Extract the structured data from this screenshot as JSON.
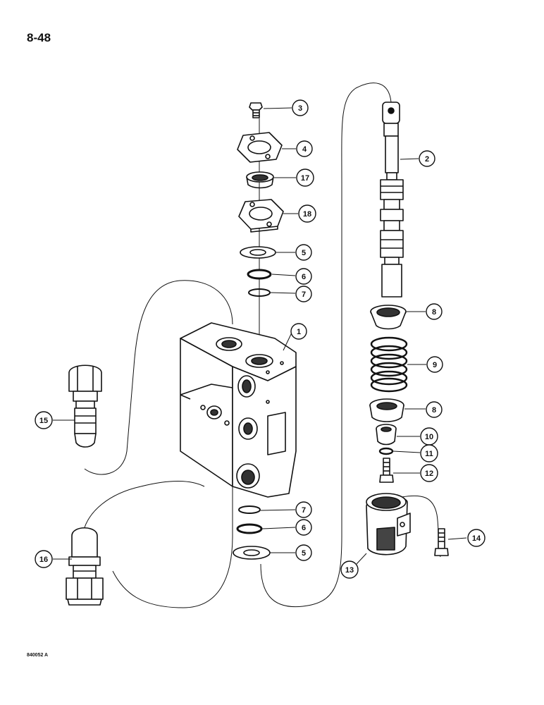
{
  "page_number": "8-48",
  "drawing_code": "840052 A",
  "callouts": [
    "1",
    "2",
    "3",
    "4",
    "5",
    "6",
    "7",
    "8",
    "9",
    "10",
    "11",
    "12",
    "13",
    "14",
    "15",
    "16",
    "17",
    "18",
    "5",
    "6",
    "7",
    "8"
  ]
}
